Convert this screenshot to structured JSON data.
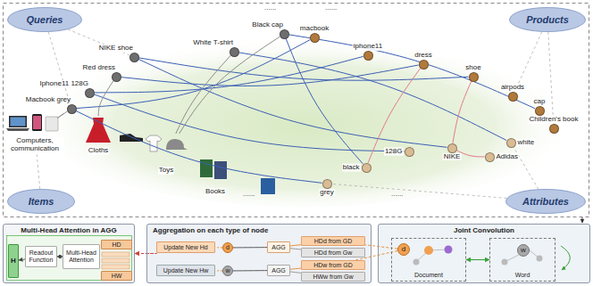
{
  "diagram": {
    "nodes": [
      {
        "text": [
          "Queries"
        ]
      },
      {
        "text": [
          "Products"
        ]
      },
      {
        "text": [
          "Black cap"
        ]
      },
      {
        "text": [
          "White T-shirt"
        ]
      },
      {
        "text": [
          "NIKE shoe"
        ]
      },
      {
        "text": [
          "Red dress"
        ]
      },
      {
        "text": [
          "Iphone11 128G"
        ]
      },
      {
        "text": [
          "Macbook grey"
        ]
      },
      {
        "text": [
          "macbook"
        ]
      },
      {
        "text": [
          "iphone11"
        ]
      },
      {
        "text": [
          "dress"
        ]
      },
      {
        "text": [
          "shoe"
        ]
      },
      {
        "text": [
          "airpods"
        ]
      },
      {
        "text": [
          "cap"
        ]
      },
      {
        "text": [
          "Children's book"
        ]
      },
      {
        "text": [
          "white"
        ]
      },
      {
        "text": [
          "Adidas"
        ]
      },
      {
        "text": [
          "NIKE"
        ]
      },
      {
        "text": [
          "128G"
        ]
      },
      {
        "text": [
          "black"
        ]
      },
      {
        "text": [
          "grey"
        ]
      },
      {
        "text": [
          "Computers, communication"
        ]
      },
      {
        "text": [
          "Cloths"
        ]
      },
      {
        "text": [
          "Toys"
        ]
      },
      {
        "text": [
          "Books"
        ]
      },
      {
        "text": [
          "Items"
        ]
      },
      {
        "text": [
          "Attributes"
        ]
      },
      {
        "text": [
          "Multi-Head Attention in AGG"
        ]
      },
      {
        "text": [
          "H"
        ],
        "in": 27
      },
      {
        "text": [
          "HD"
        ],
        "in": 27
      },
      {
        "text": [
          "HW"
        ],
        "in": 27
      },
      {
        "text": [
          "Readout Function"
        ],
        "in": 27
      },
      {
        "text": [
          "Multi-Head Attention"
        ],
        "in": 27
      },
      {
        "text": [
          "Aggregation on each type of node"
        ]
      },
      {
        "text": [
          "Update New Hd"
        ],
        "in": 33
      },
      {
        "text": [
          "d"
        ],
        "in": 33
      },
      {
        "text": [
          "AGG"
        ],
        "in": 33
      },
      {
        "text": [
          "HDd from GD"
        ],
        "in": 33
      },
      {
        "text": [
          "HDd from Gw"
        ],
        "in": 33
      },
      {
        "text": [
          "Update New Hw"
        ],
        "in": 33
      },
      {
        "text": [
          "w"
        ],
        "in": 33
      },
      {
        "text": [
          "AGG"
        ],
        "in": 33
      },
      {
        "text": [
          "HDw from GD"
        ],
        "in": 33
      },
      {
        "text": [
          "HWw from Gw"
        ],
        "in": 33
      },
      {
        "text": [
          "Joint Convolution"
        ]
      },
      {
        "text": [
          "Document"
        ],
        "in": 44
      },
      {
        "text": [
          "d"
        ],
        "in": 45
      },
      {
        "text": [
          "Word"
        ],
        "in": 44
      },
      {
        "text": [
          "w"
        ],
        "in": 47
      }
    ],
    "edges": [
      {
        "from": 7,
        "to": 8,
        "arrow": "none"
      },
      {
        "from": 7,
        "to": 20,
        "arrow": "none"
      },
      {
        "from": 6,
        "to": 9,
        "arrow": "none"
      },
      {
        "from": 6,
        "to": 18,
        "arrow": "none"
      },
      {
        "from": 5,
        "to": 10,
        "arrow": "none"
      },
      {
        "from": 4,
        "to": 11,
        "arrow": "none"
      },
      {
        "from": 4,
        "to": 17,
        "arrow": "none"
      },
      {
        "from": 3,
        "to": 15,
        "arrow": "none"
      },
      {
        "from": 2,
        "to": 13,
        "arrow": "none"
      },
      {
        "from": 2,
        "to": 19,
        "arrow": "none"
      },
      {
        "from": 10,
        "to": 19,
        "arrow": "none"
      },
      {
        "from": 11,
        "to": 17,
        "arrow": "none"
      },
      {
        "from": 17,
        "to": 16,
        "arrow": "none"
      },
      {
        "from": 7,
        "to": 21,
        "arrow": "none"
      },
      {
        "from": 5,
        "to": 22,
        "arrow": "none"
      },
      {
        "from": 2,
        "to": 23,
        "arrow": "none"
      },
      {
        "from": 3,
        "to": 23,
        "arrow": "none"
      },
      {
        "from": 0,
        "to": 7,
        "arrow": "none"
      },
      {
        "from": 0,
        "to": 4,
        "arrow": "none"
      },
      {
        "from": 1,
        "to": 12,
        "arrow": "none"
      },
      {
        "from": 1,
        "to": 14,
        "arrow": "none"
      },
      {
        "from": 26,
        "to": 15,
        "arrow": "none"
      },
      {
        "from": 26,
        "to": 20,
        "arrow": "none"
      },
      {
        "from": 25,
        "to": 21,
        "arrow": "none"
      },
      {
        "from": 33,
        "to": 27,
        "arrow": "to"
      },
      {
        "from": 35,
        "to": 34,
        "arrow": "to"
      },
      {
        "from": 36,
        "to": 35,
        "arrow": "none"
      },
      {
        "from": 37,
        "to": 36,
        "arrow": "none"
      },
      {
        "from": 38,
        "to": 36,
        "arrow": "none"
      },
      {
        "from": 40,
        "to": 39,
        "arrow": "to"
      },
      {
        "from": 41,
        "to": 40,
        "arrow": "none"
      },
      {
        "from": 42,
        "to": 41,
        "arrow": "none"
      },
      {
        "from": 43,
        "to": 41,
        "arrow": "none"
      },
      {
        "from": 46,
        "to": 37,
        "arrow": "none"
      },
      {
        "from": 46,
        "to": 42,
        "arrow": "none"
      },
      {
        "from": 45,
        "to": 47,
        "arrow": "both"
      },
      {
        "from": 31,
        "to": 28,
        "arrow": "to"
      },
      {
        "from": 31,
        "to": 32,
        "arrow": "both"
      }
    ],
    "labels": [
      "......",
      "......",
      "......",
      "......"
    ]
  }
}
